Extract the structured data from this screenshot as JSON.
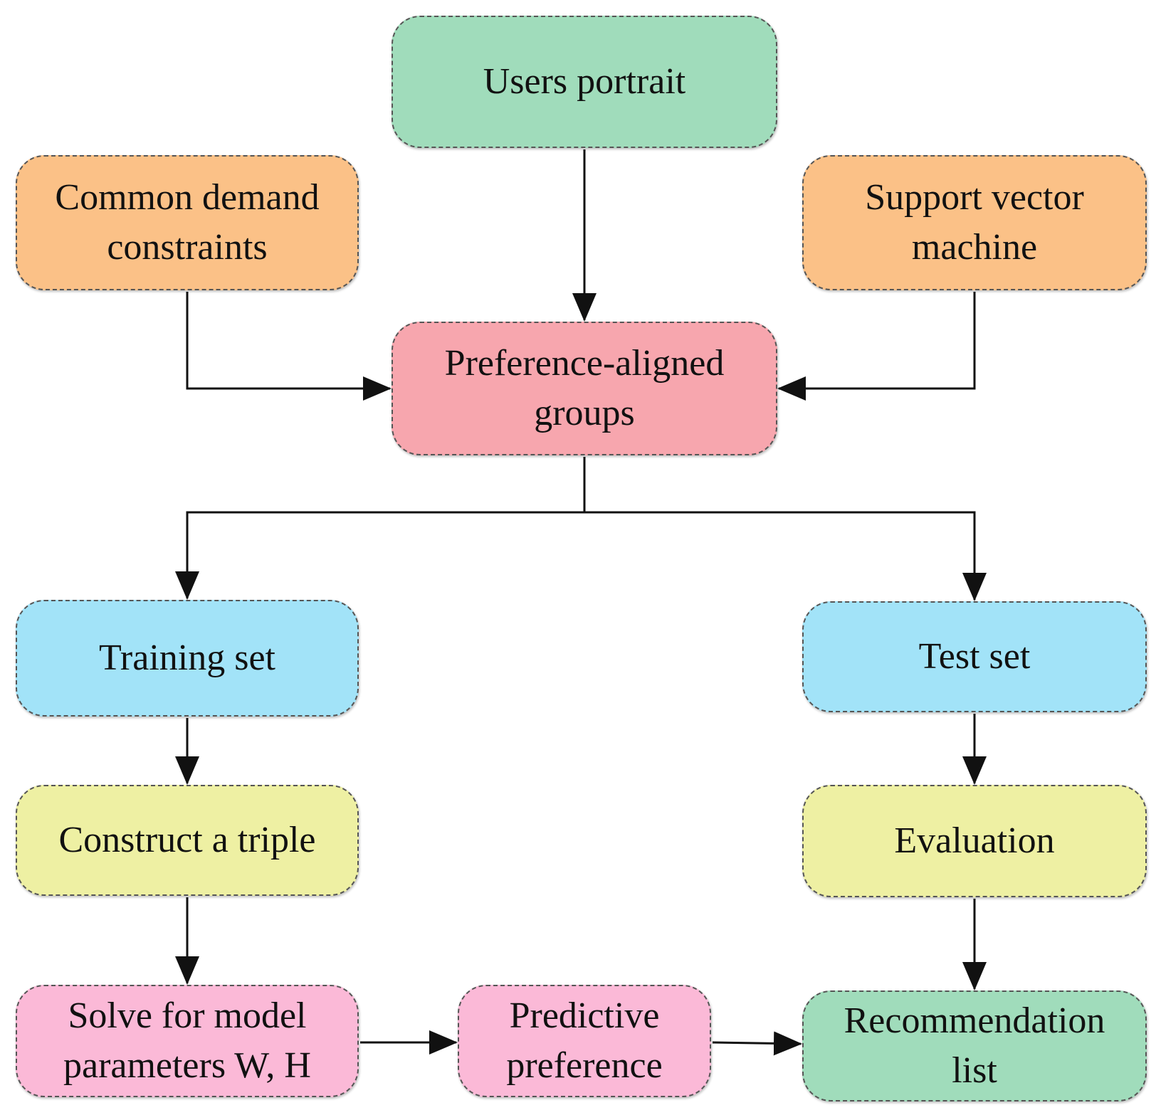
{
  "diagram": {
    "nodes": {
      "users_portrait": {
        "label": "Users portrait",
        "color": "#a0dcbb"
      },
      "common_demand": {
        "label": "Common demand\nconstraints",
        "color": "#fbc187"
      },
      "support_vector": {
        "label": "Support vector\nmachine",
        "color": "#fbc187"
      },
      "preference_groups": {
        "label": "Preference-aligned\ngroups",
        "color": "#f7a6ae"
      },
      "training_set": {
        "label": "Training set",
        "color": "#a2e3f8"
      },
      "test_set": {
        "label": "Test set",
        "color": "#a2e3f8"
      },
      "construct_triple": {
        "label": "Construct a triple",
        "color": "#eef0a3"
      },
      "evaluation": {
        "label": "Evaluation",
        "color": "#eef0a3"
      },
      "solve_params": {
        "label": "Solve for model\nparameters W, H",
        "color": "#fbb9d7"
      },
      "predictive_pref": {
        "label": "Predictive\npreference",
        "color": "#fbb9d7"
      },
      "recommendation": {
        "label": "Recommendation\nlist",
        "color": "#a0dcbb"
      }
    },
    "edges": [
      {
        "from": "users_portrait",
        "to": "preference_groups"
      },
      {
        "from": "common_demand",
        "to": "preference_groups"
      },
      {
        "from": "support_vector",
        "to": "preference_groups"
      },
      {
        "from": "preference_groups",
        "to": "training_set"
      },
      {
        "from": "preference_groups",
        "to": "test_set"
      },
      {
        "from": "training_set",
        "to": "construct_triple"
      },
      {
        "from": "construct_triple",
        "to": "solve_params"
      },
      {
        "from": "solve_params",
        "to": "predictive_pref"
      },
      {
        "from": "predictive_pref",
        "to": "recommendation"
      },
      {
        "from": "test_set",
        "to": "evaluation"
      },
      {
        "from": "evaluation",
        "to": "recommendation"
      }
    ],
    "edge_color": "#111111"
  }
}
